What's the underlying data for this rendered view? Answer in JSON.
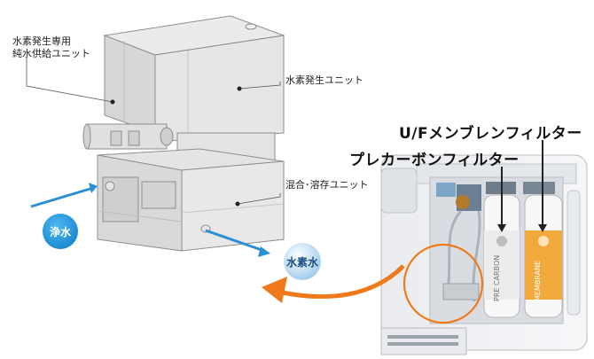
{
  "labels": {
    "pure_water_unit_line1": "水素発生専用",
    "pure_water_unit_line2": "純水供給ユニット",
    "hydrogen_unit": "水素発生ユニット",
    "mixing_unit": "混合･溶存ユニット",
    "uf_filter": "U/Fメンブレンフィルター",
    "pre_carbon_filter": "プレカーボンフィルター"
  },
  "bubbles": {
    "clean_water": "浄水",
    "hydrogen_water": "水素水"
  },
  "cartridges": {
    "left": "PRE CARBON",
    "right": "MEMBRANE"
  },
  "colors": {
    "arrow_blue": "#2a8fd6",
    "arrow_orange": "#f07a1a",
    "bubble_blue": "#1e9be0",
    "bubble_light": "#cfe6f7"
  }
}
